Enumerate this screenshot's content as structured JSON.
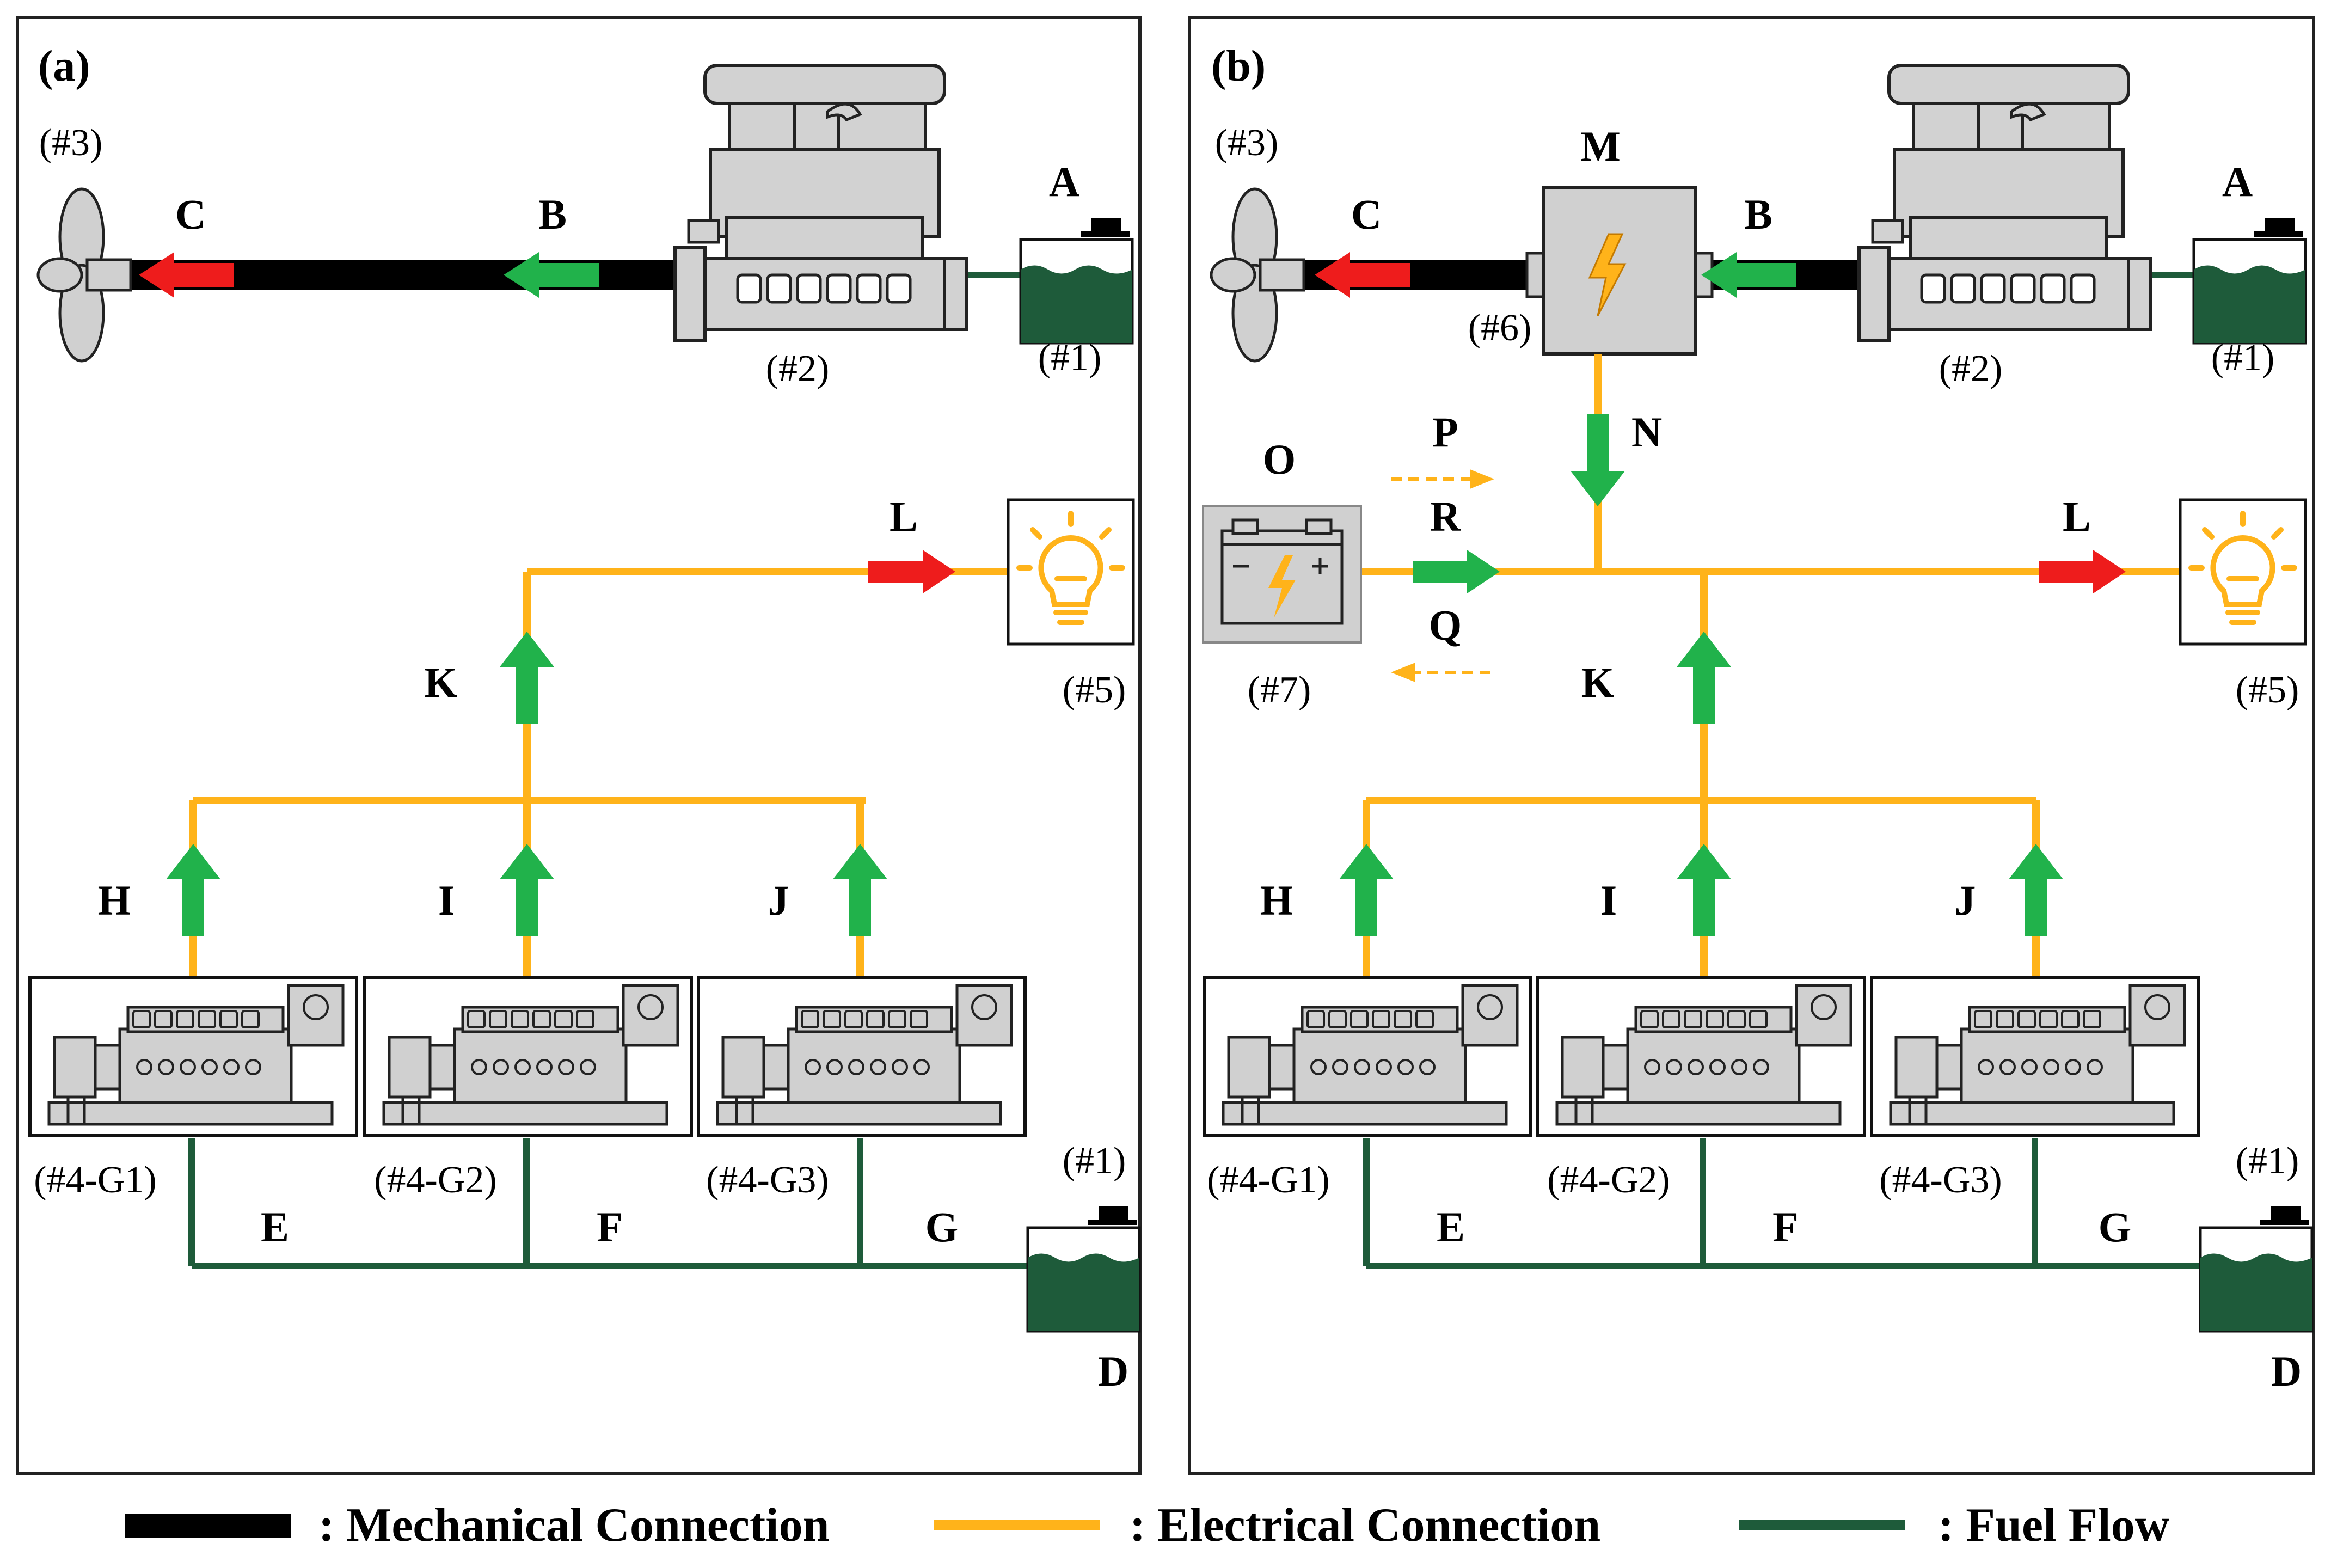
{
  "colors": {
    "mechanical": "#000000",
    "electrical": "#FFB31A",
    "fuel": "#1E5B3A",
    "flow_arrow_green": "#21B24B",
    "flow_arrow_red": "#EE1C1C",
    "equipment_gray": "#D0D0D0",
    "fuel_tank": "#1E5B3A"
  },
  "panels": [
    {
      "tag": "(a)",
      "labels": {
        "fuel_tank_main": "(#1)",
        "engine": "(#2)",
        "propeller": "(#3)",
        "gen1": "(#4-G1)",
        "gen2": "(#4-G2)",
        "gen3": "(#4-G3)",
        "load": "(#5)",
        "fuel_tank_aux": "(#1)"
      },
      "flows": {
        "A": "A",
        "B": "B",
        "C": "C",
        "D": "D",
        "E": "E",
        "F": "F",
        "G": "G",
        "H": "H",
        "I": "I",
        "J": "J",
        "K": "K",
        "L": "L"
      }
    },
    {
      "tag": "(b)",
      "labels": {
        "fuel_tank_main": "(#1)",
        "engine": "(#2)",
        "propeller": "(#3)",
        "gen1": "(#4-G1)",
        "gen2": "(#4-G2)",
        "gen3": "(#4-G3)",
        "load": "(#5)",
        "fuel_tank_aux": "(#1)",
        "shaft_machine": "(#6)",
        "battery": "(#7)"
      },
      "flows": {
        "A": "A",
        "B": "B",
        "C": "C",
        "D": "D",
        "E": "E",
        "F": "F",
        "G": "G",
        "H": "H",
        "I": "I",
        "J": "J",
        "K": "K",
        "L": "L",
        "M": "M",
        "N": "N",
        "O": "O",
        "P": "P",
        "Q": "Q",
        "R": "R"
      }
    }
  ],
  "legend": {
    "mechanical": ": Mechanical Connection",
    "electrical": ": Electrical Connection",
    "fuel": ": Fuel Flow"
  }
}
